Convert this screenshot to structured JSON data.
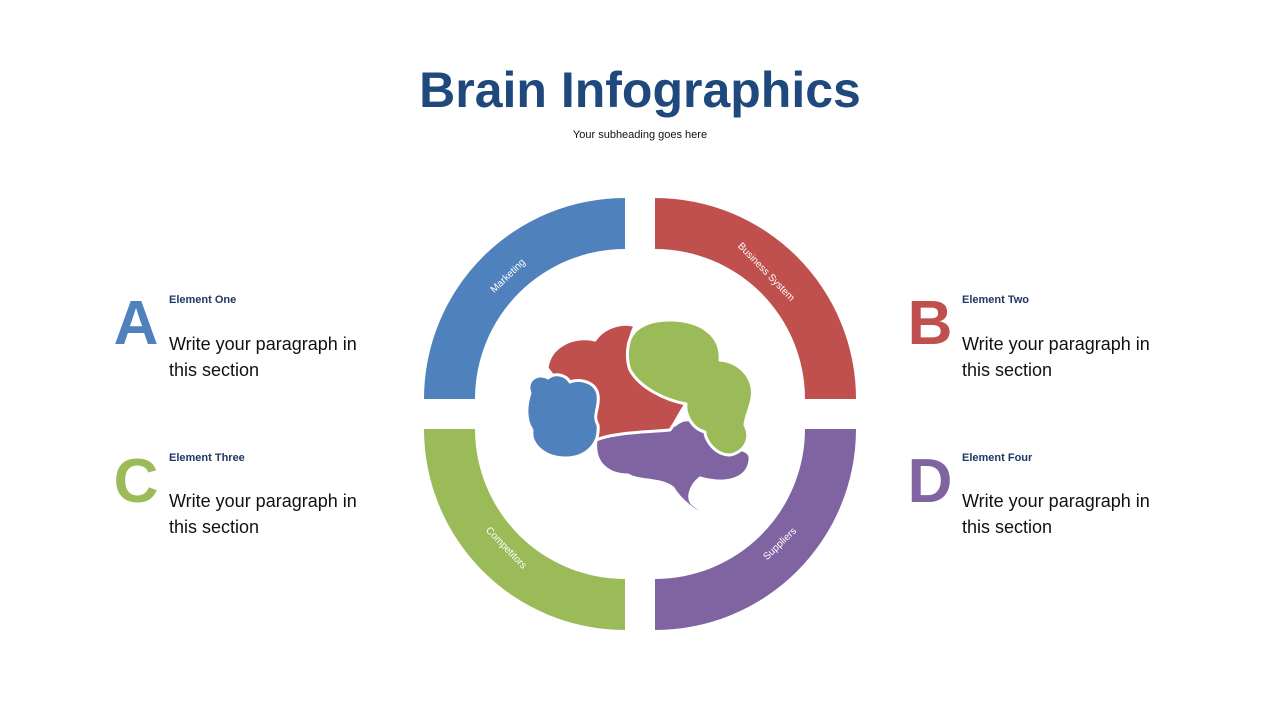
{
  "title": "Brain Infographics",
  "subtitle": "Your subheading goes here",
  "colors": {
    "title": "#1f497d",
    "blue": "#4f81bd",
    "red": "#c0504d",
    "green": "#9bbb59",
    "purple": "#8064a2"
  },
  "elements": [
    {
      "letter": "A",
      "heading": "Element One",
      "text": "Write your paragraph in this section",
      "color": "#4f81bd"
    },
    {
      "letter": "B",
      "heading": "Element Two",
      "text": "Write your paragraph in this section",
      "color": "#c0504d"
    },
    {
      "letter": "C",
      "heading": "Element Three",
      "text": "Write your paragraph in this section",
      "color": "#9bbb59"
    },
    {
      "letter": "D",
      "heading": "Element Four",
      "text": "Write your paragraph in this section",
      "color": "#8064a2"
    }
  ],
  "ring": [
    {
      "label": "Marketing",
      "color": "#4f81bd",
      "quadrant": "top-left"
    },
    {
      "label": "Business System",
      "color": "#c0504d",
      "quadrant": "top-right"
    },
    {
      "label": "Competitors",
      "color": "#9bbb59",
      "quadrant": "bottom-left"
    },
    {
      "label": "Suppliers",
      "color": "#8064a2",
      "quadrant": "bottom-right"
    }
  ],
  "brain_icon": "brain-icon"
}
